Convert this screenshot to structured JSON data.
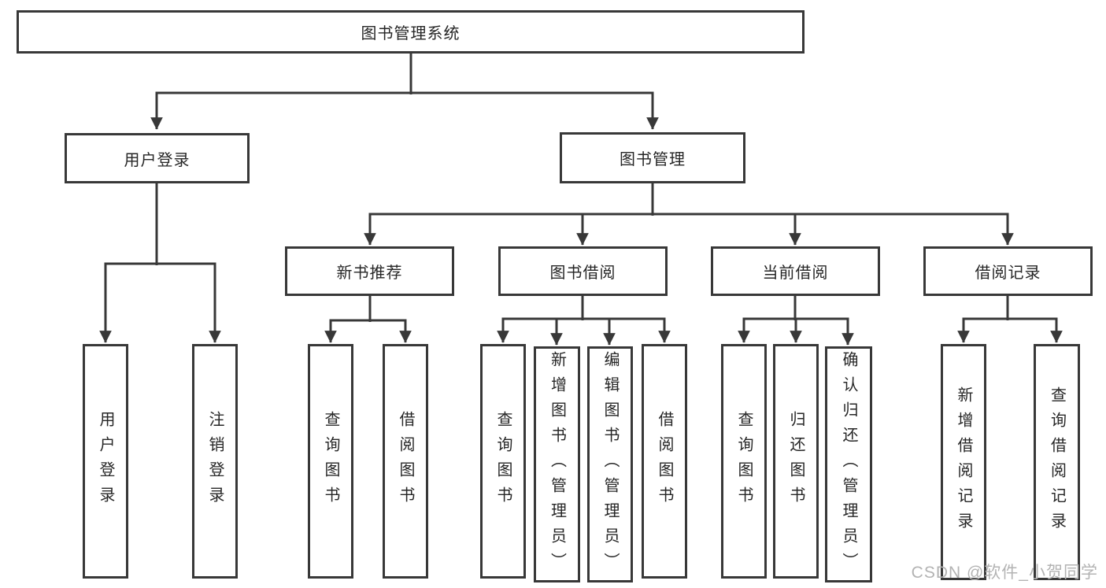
{
  "title": "图书管理系统",
  "watermark": "CSDN @软件_小贺同学",
  "colors": {
    "line": "#383838",
    "box_border": "#383838",
    "box_fill": "#ffffff",
    "text": "#262626",
    "watermark": "#b3b3b3",
    "background": "#ffffff"
  },
  "tree": {
    "label": "图书管理系统",
    "children": [
      {
        "label": "用户登录",
        "children": [
          {
            "label": "用户登录"
          },
          {
            "label": "注销登录"
          }
        ]
      },
      {
        "label": "图书管理",
        "children": [
          {
            "label": "新书推荐",
            "children": [
              {
                "label": "查询图书"
              },
              {
                "label": "借阅图书"
              }
            ]
          },
          {
            "label": "图书借阅",
            "children": [
              {
                "label": "查询图书"
              },
              {
                "label": "新增图书（管理员）"
              },
              {
                "label": "编辑图书（管理员）"
              },
              {
                "label": "借阅图书"
              }
            ]
          },
          {
            "label": "当前借阅",
            "children": [
              {
                "label": "查询图书"
              },
              {
                "label": "归还图书"
              },
              {
                "label": "确认归还（管理员）"
              }
            ]
          },
          {
            "label": "借阅记录",
            "children": [
              {
                "label": "新增借阅记录"
              },
              {
                "label": "查询借阅记录"
              }
            ]
          }
        ]
      }
    ]
  }
}
